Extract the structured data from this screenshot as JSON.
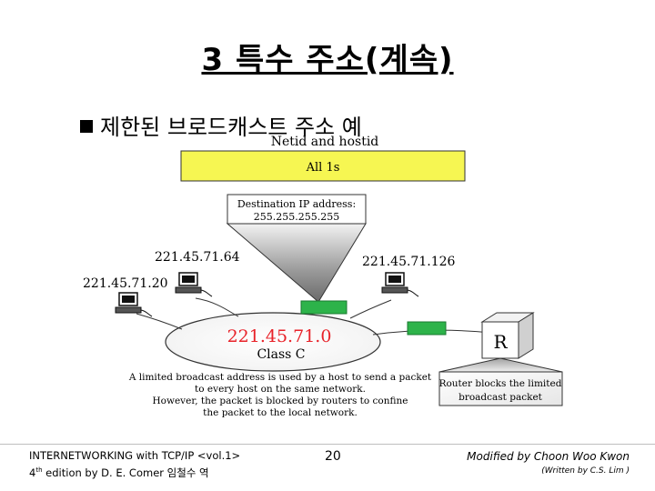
{
  "slide": {
    "title": "3 특수 주소(계속)",
    "bullet": "제한된 브로드캐스트 주소 예"
  },
  "diagram": {
    "header_label": "Netid and hostid",
    "all_ones_label": "All 1s",
    "dest_label_line1": "Destination IP address:",
    "dest_label_line2": "255.255.255.255",
    "hosts": [
      "221.45.71.64",
      "221.45.71.20",
      "221.45.71.126"
    ],
    "network_address": "221.45.71.0",
    "network_class": "Class C",
    "router_label": "R",
    "caption_lines": [
      "A limited broadcast address is used by a host to send a packet",
      "to every host on the same network.",
      "However, the packet is blocked by routers to confine",
      "the packet to the local network."
    ],
    "router_note_lines": [
      "Router blocks the limited",
      "broadcast packet"
    ],
    "colors": {
      "yellow_box": "#f6f652",
      "packet": "#2db34a",
      "network_text": "#e8232a"
    }
  },
  "footer": {
    "left_line1": "INTERNETWORKING with TCP/IP <vol.1>",
    "left_line2_prefix": "4",
    "left_line2_sup": "th",
    "left_line2_rest": " edition by D. E. Comer 임철수 역",
    "page": "20",
    "right_line1": "Modified by Choon Woo Kwon",
    "right_line2": "(Written by C.S. Lim )"
  }
}
